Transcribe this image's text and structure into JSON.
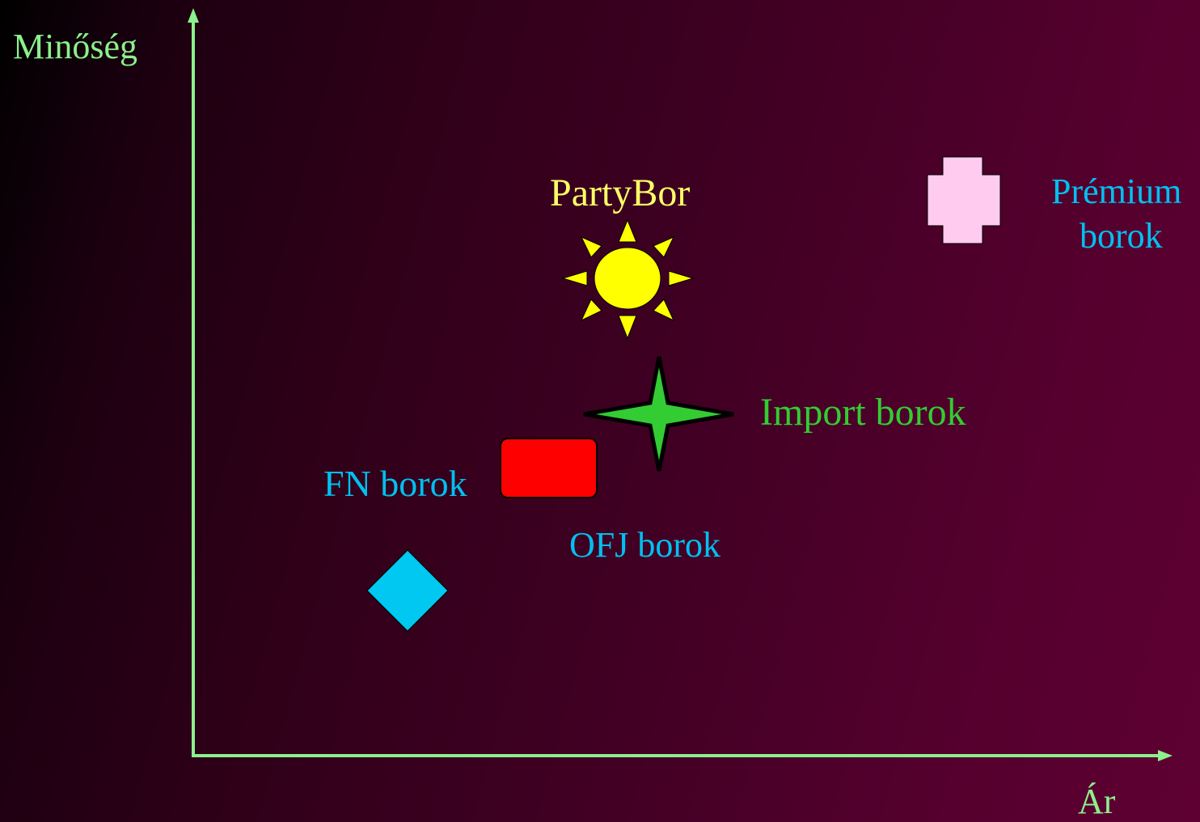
{
  "axes": {
    "y_label": "Minőség",
    "x_label": "Ár",
    "color": "#8cf08c"
  },
  "items": [
    {
      "id": "fn",
      "label": "FN borok",
      "marker": "diamond-icon",
      "color": "#00c8f0",
      "label_color": "#00c0f0"
    },
    {
      "id": "ofj",
      "label": "OFJ borok",
      "marker": "rounded-rectangle-icon",
      "color": "#ff0000",
      "label_color": "#00c0f0"
    },
    {
      "id": "import",
      "label": "Import borok",
      "marker": "four-point-star-icon",
      "color": "#33cc33",
      "label_color": "#33cc33"
    },
    {
      "id": "partybor",
      "label": "PartyBor",
      "marker": "sun-icon",
      "color": "#ffff00",
      "label_color": "#ffff66"
    },
    {
      "id": "premium",
      "label_line1": "Prémium",
      "label_line2": "borok",
      "marker": "plus-icon",
      "color": "#ffccf0",
      "label_color": "#00c0f0"
    }
  ]
}
